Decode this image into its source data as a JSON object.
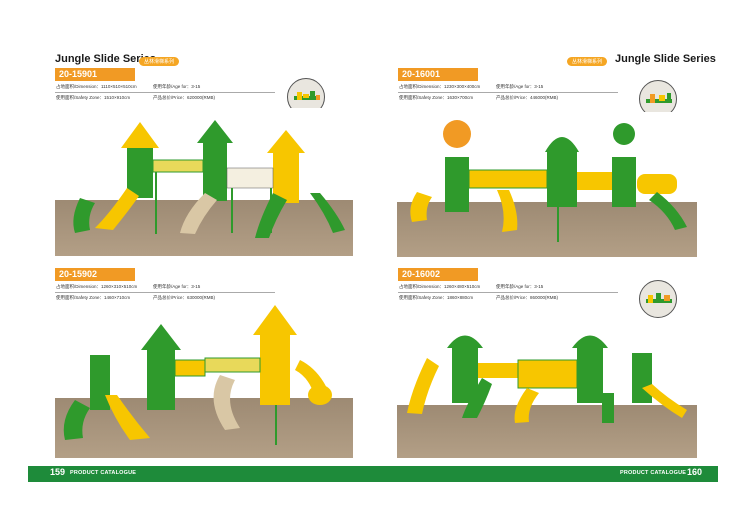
{
  "left_page": {
    "series_title": "Jungle Slide Series",
    "series_tag": "丛林滑梯系列",
    "page_number": "159",
    "footer_label": "PRODUCT CATALOGUE",
    "products": [
      {
        "code": "20-15901",
        "dimension": "占地面积/Dimension：1110×510×510cm",
        "age": "使用年龄/Age for：3-15",
        "safety_zone": "使用面积/Safety Zone：1510×910cm",
        "price": "产品总价/Price：620000(RMB)"
      },
      {
        "code": "20-15902",
        "dimension": "占地面积/Dimension：1260×310×510cm",
        "age": "使用年龄/Age for：3-15",
        "safety_zone": "使用面积/Safety Zone：1460×710cm",
        "price": "产品总价/Price：630000(RMB)"
      }
    ]
  },
  "right_page": {
    "series_title": "Jungle Slide Series",
    "series_tag": "丛林滑梯系列",
    "page_number": "160",
    "footer_label": "PRODUCT CATALOGUE",
    "products": [
      {
        "code": "20-16001",
        "dimension": "占地面积/Dimension：1230×300×400cm",
        "age": "使用年龄/Age for：3-15",
        "safety_zone": "使用面积/Safety Zone：1630×700cm",
        "price": "产品总价/Price：446000(RMB)"
      },
      {
        "code": "20-16002",
        "dimension": "占地面积/Dimension：1260×480×510cm",
        "age": "使用年龄/Age for：3-15",
        "safety_zone": "使用面积/Safety Zone：1860×880cm",
        "price": "产品总价/Price：860000(RMB)"
      }
    ]
  },
  "colors": {
    "accent_orange": "#f19a24",
    "footer_green": "#1e8b3a",
    "slide_yellow": "#f7c600",
    "tower_green": "#2f9a2c",
    "ground_brown": "#a89279"
  },
  "icons": [
    "playground-thumbnail-icon",
    "playground-scene-image"
  ]
}
